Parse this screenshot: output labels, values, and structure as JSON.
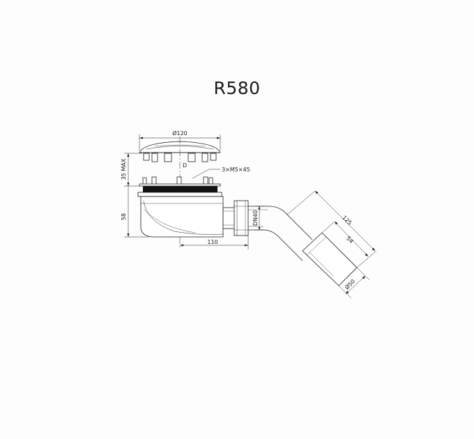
{
  "title": "R580",
  "dimensions": {
    "cover_diameter": "Ø120",
    "screws": "3×M5×45",
    "height_max": "35 MAX",
    "body_height": "58",
    "outlet_offset": "110",
    "outlet_dn": "DN40",
    "elbow_length": "125",
    "socket_length": "54",
    "socket_diameter": "Ø50",
    "axis_label": "D"
  }
}
